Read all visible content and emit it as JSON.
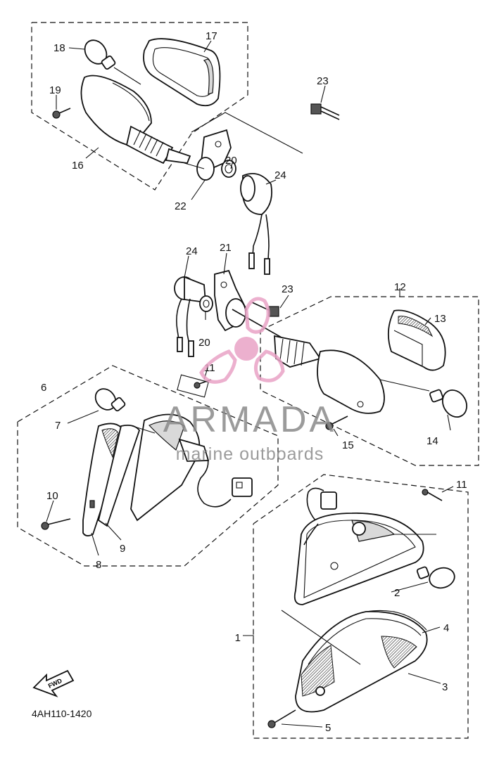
{
  "diagram": {
    "code": "4AH110-1420",
    "fwd_label": "FWD",
    "callouts": {
      "c1": "1",
      "c2": "2",
      "c3": "3",
      "c4": "4",
      "c5": "5",
      "c6": "6",
      "c7": "7",
      "c8": "8",
      "c9": "9",
      "c10": "10",
      "c11a": "11",
      "c11b": "11",
      "c12": "12",
      "c13": "13",
      "c14": "14",
      "c15": "15",
      "c16": "16",
      "c17": "17",
      "c18": "18",
      "c19": "19",
      "c20a": "20",
      "c20b": "20",
      "c21": "21",
      "c22": "22",
      "c23a": "23",
      "c23b": "23",
      "c24a": "24",
      "c24b": "24"
    }
  },
  "watermark": {
    "brand": "ARMADA",
    "tagline": "marine outboards",
    "colors": {
      "logo": "#e9a3c6",
      "text": "#8a8a8a"
    }
  }
}
